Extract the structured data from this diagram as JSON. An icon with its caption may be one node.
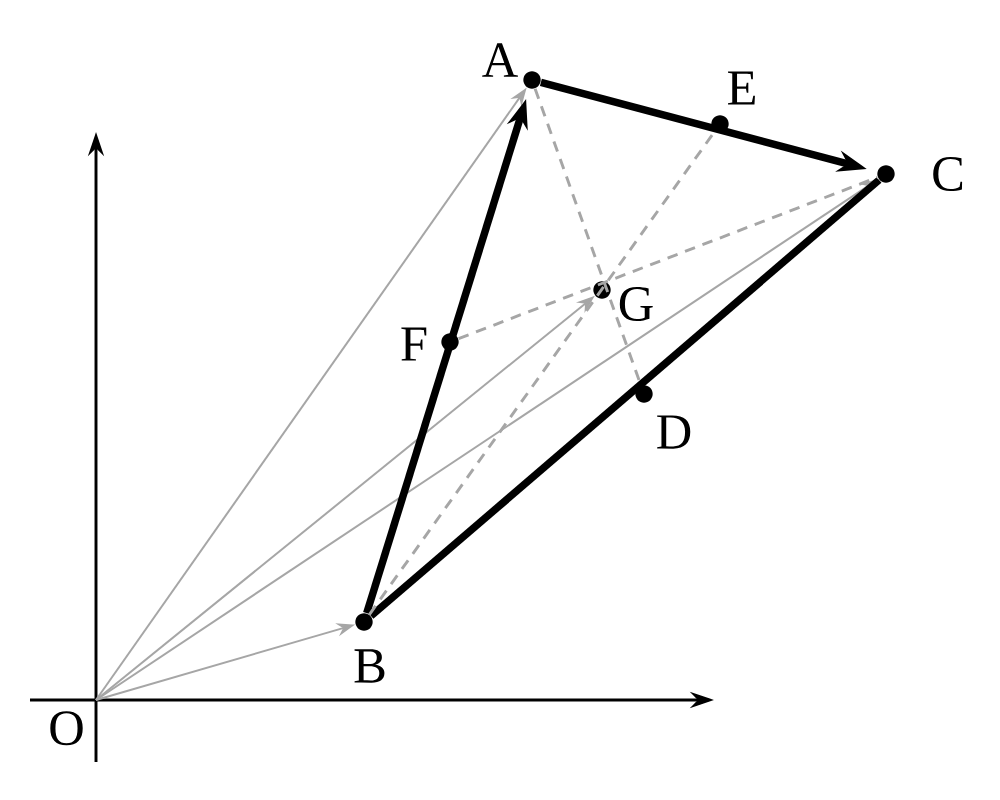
{
  "diagram": {
    "nodes": [
      {
        "text": [],
        "shape": "circle",
        "beside": [
          "A"
        ]
      },
      {
        "text": [],
        "shape": "circle",
        "beside": [
          "E"
        ]
      },
      {
        "text": [],
        "shape": "circle",
        "beside": [
          "C"
        ]
      },
      {
        "text": [],
        "shape": "circle",
        "beside": [
          "G"
        ]
      },
      {
        "text": [],
        "shape": "circle",
        "beside": [
          "F"
        ]
      },
      {
        "text": [],
        "shape": "circle",
        "beside": [
          "D"
        ]
      },
      {
        "text": [],
        "shape": "circle",
        "beside": [
          "B"
        ]
      },
      {
        "text": [
          "O"
        ]
      }
    ],
    "edges": [
      {
        "from": 7,
        "to": 0,
        "arrow": "to",
        "color": "#a6a6a6"
      },
      {
        "from": 7,
        "to": 6,
        "arrow": "to",
        "color": "#a6a6a6"
      },
      {
        "from": 7,
        "to": 2,
        "arrow": "to",
        "color": "#a6a6a6"
      },
      {
        "from": 7,
        "to": 3,
        "arrow": "to",
        "color": "#a6a6a6"
      },
      {
        "from": 6,
        "to": 0,
        "arrow": "to",
        "style": "thick",
        "color": "#000000"
      },
      {
        "from": 0,
        "to": 2,
        "arrow": "to",
        "style": "thick",
        "color": "#000000"
      },
      {
        "from": 6,
        "to": 2,
        "arrow": "none",
        "style": "thick",
        "color": "#000000"
      },
      {
        "from": 0,
        "to": 5,
        "arrow": "none",
        "style": "dashed",
        "color": "#a6a6a6"
      },
      {
        "from": 6,
        "to": 1,
        "arrow": "none",
        "style": "dashed",
        "color": "#a6a6a6"
      },
      {
        "from": 4,
        "to": 2,
        "arrow": "none",
        "style": "dashed",
        "color": "#a6a6a6"
      }
    ]
  }
}
